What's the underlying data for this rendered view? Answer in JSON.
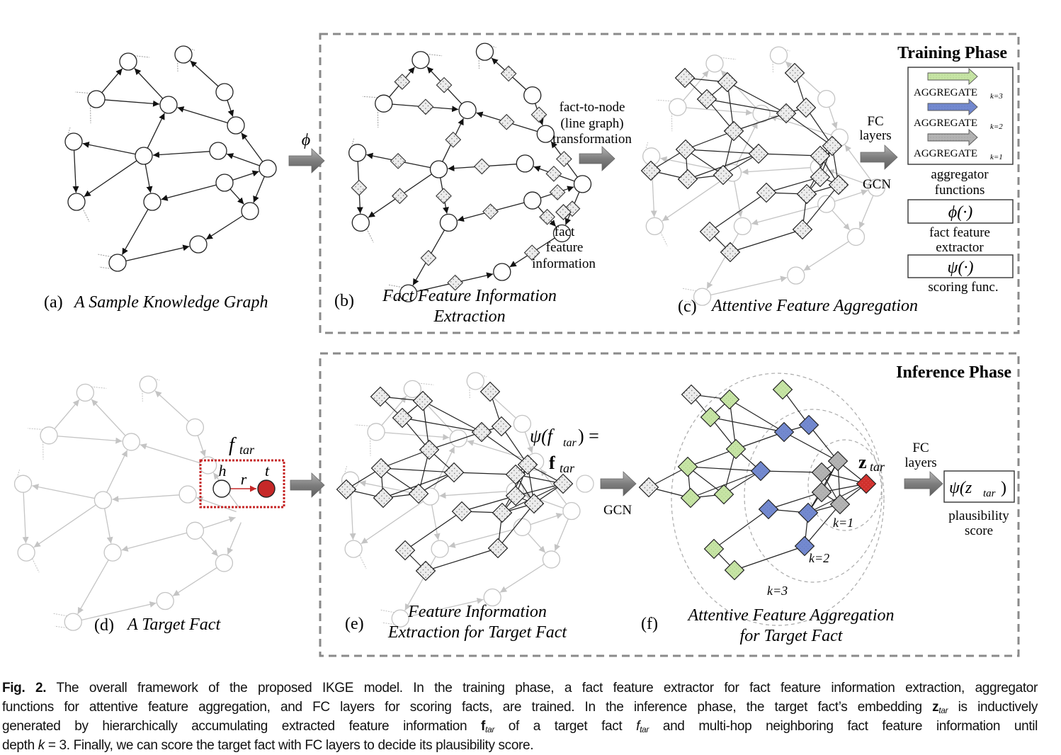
{
  "figure": {
    "panels": {
      "a": {
        "tag": "(a)",
        "title": "A Sample Knowledge Graph"
      },
      "b": {
        "tag": "(b)",
        "title_line1": "Fact Feature Information",
        "title_line2": "Extraction"
      },
      "c": {
        "tag": "(c)",
        "title": "Attentive Feature Aggregation"
      },
      "d": {
        "tag": "(d)",
        "title": "A Target Fact"
      },
      "e": {
        "tag": "(e)",
        "title_line1": "Feature Information",
        "title_line2": "Extraction for Target Fact"
      },
      "f": {
        "tag": "(f)",
        "title_line1": "Attentive Feature Aggregation",
        "title_line2": "for Target Fact"
      }
    },
    "training_phase": {
      "heading": "Training Phase",
      "phi_arrow_label": "ϕ",
      "transform_label": [
        "fact-to-node",
        "(line graph)",
        "transformation"
      ],
      "legend_fact_feature": [
        "fact",
        "feature",
        "information"
      ],
      "fc_label": [
        "FC",
        "layers"
      ],
      "gcn_label": "GCN",
      "aggregators": [
        {
          "name": "AGGREGATE",
          "subscript": "k=3",
          "color": "#c6e4a4"
        },
        {
          "name": "AGGREGATE",
          "subscript": "k=2",
          "color": "#7389cf"
        },
        {
          "name": "AGGREGATE",
          "subscript": "k=1",
          "color": "#b3b3b3"
        }
      ],
      "aggregator_caption": [
        "aggregator",
        "functions"
      ],
      "phi_box": "ϕ(·)",
      "phi_caption": [
        "fact feature",
        "extractor"
      ],
      "psi_box": "ψ(·)",
      "psi_caption": "scoring func."
    },
    "inference_phase": {
      "heading": "Inference Phase",
      "target_fact_label": "f",
      "target_fact_sub": "tar",
      "head_label": "h",
      "relation_label": "r",
      "tail_label": "t",
      "psi_eq_line1": "ψ(f",
      "psi_eq_sub": "tar",
      "psi_eq_end": ") =",
      "ftar_bold": "f",
      "ftar_sub": "tar",
      "gcn_label": "GCN",
      "z_label": "z",
      "z_sub": "tar",
      "fc_label": [
        "FC",
        "layers"
      ],
      "output_box": "ψ(z",
      "output_box_sub": "tar",
      "output_box_end": ")",
      "output_caption": [
        "plausibility",
        "score"
      ],
      "rings": [
        {
          "label": "k=1"
        },
        {
          "label": "k=2"
        },
        {
          "label": "k=3"
        }
      ]
    },
    "colors": {
      "k1": "#b3b3b3",
      "k2": "#7389cf",
      "k3": "#c6e4a4",
      "target": "#d0312d",
      "frame": "#8a8a8a",
      "faded": "#c8c8c8",
      "arrow_fill": "#8c8c8c"
    }
  },
  "caption": {
    "label": "Fig. 2.",
    "lines": [
      " The overall framework of the proposed IKGE model. In the training phase, a fact feature extractor for fact feature information extraction, aggregator",
      "functions for attentive feature aggregation, and FC layers for scoring facts, are trained. In the inference phase, the target fact’s embedding ",
      "generated by hierarchically accumulating extracted feature information ",
      "depth "
    ],
    "z_tar": "z",
    "tar": "tar",
    "line2_end": " is inductively",
    "line3_mid": " of a target fact ",
    "line3_end": " and multi-hop neighboring fact feature information until",
    "f_bold": "f",
    "f_ital": "f",
    "line4_k": "k",
    "line4_end": " = 3. Finally, we can score the target fact with FC layers to decide its plausibility score."
  }
}
